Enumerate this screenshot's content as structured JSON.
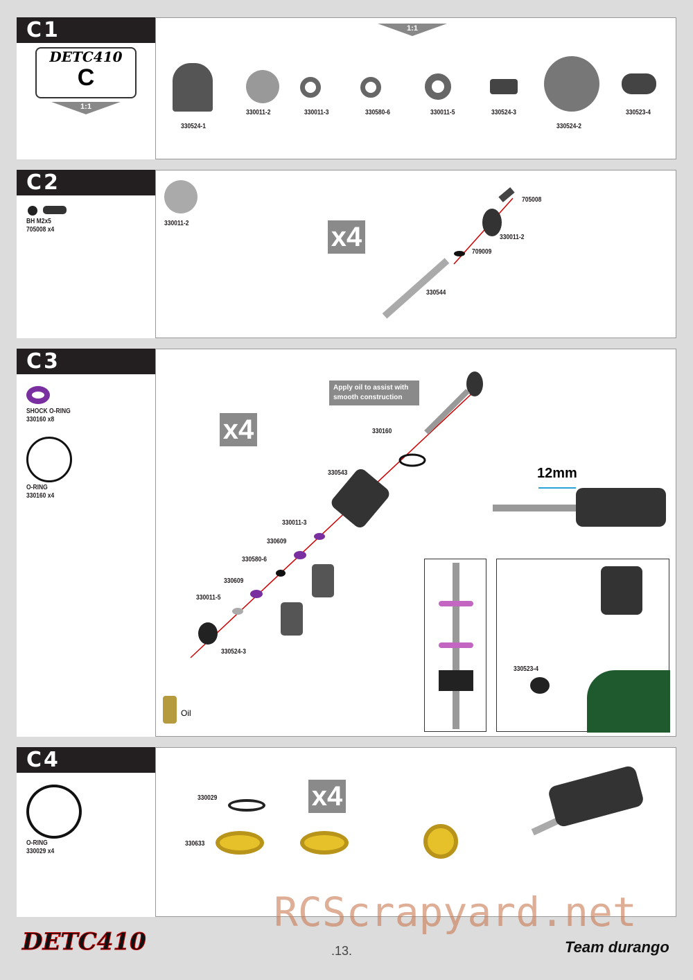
{
  "steps": [
    {
      "id": "C1",
      "bag_logo": "DETC410",
      "bag_letter": "C",
      "scale": "1:1",
      "panel_scale": "1:1",
      "parts": [
        "330524-1",
        "330011-2",
        "330011-3",
        "330580-6",
        "330011-5",
        "330524-3",
        "330524-2",
        "330523-4"
      ]
    },
    {
      "id": "C2",
      "hardware": {
        "name": "BH  M2x5",
        "code": "705008  x4"
      },
      "quantity": "x4",
      "labels": [
        "330011-2",
        "705008",
        "330011-2",
        "709009",
        "330544"
      ]
    },
    {
      "id": "C3",
      "hardware": [
        {
          "name": "SHOCK O-RING",
          "code": "330160  x8"
        },
        {
          "name": "O-RING",
          "code": "330160  x4"
        }
      ],
      "quantity": "x4",
      "note": "Apply oil to assist with smooth construction",
      "labels": [
        "330160",
        "330543",
        "330011-3",
        "330609",
        "330580-6",
        "330609",
        "330011-5",
        "330524-3",
        "330523-4"
      ],
      "dimension": "12mm",
      "oil_label": "Oil"
    },
    {
      "id": "C4",
      "hardware": {
        "name": "O-RING",
        "code": "330029  x4"
      },
      "quantity": "x4",
      "labels": [
        "330029",
        "330633"
      ]
    }
  ],
  "footer": {
    "logo": "DETC410",
    "page": ".13.",
    "brand": "Team durango",
    "watermark": "RCScrapyard.net"
  }
}
